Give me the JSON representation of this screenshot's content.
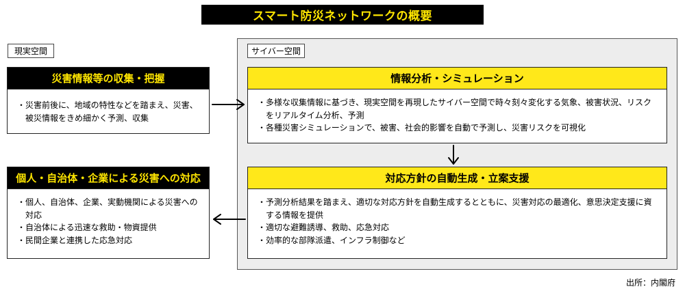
{
  "title": "スマート防災ネットワークの概要",
  "real_space_label": "現実空間",
  "cyber_space_label": "サイバー空間",
  "collection": {
    "heading": "災害情報等の収集・把握",
    "items": [
      "災害前後に、地域の特性などを踏まえ、災害、被災情報をきめ細かく予測、収集"
    ]
  },
  "response": {
    "heading": "個人・自治体・企業による災害への対応",
    "items": [
      "個人、自治体、企業、実動機関による災害への対応",
      "自治体による迅速な救助・物資提供",
      "民間企業と連携した応急対応"
    ]
  },
  "analysis": {
    "heading": "情報分析・シミュレーション",
    "items": [
      "多様な収集情報に基づき、現実空間を再現したサイバー空間で時々刻々変化する気象、被害状況、リスクをリアルタイム分析、予測",
      "各種災害シミュレーションで、被害、社会的影響を自動で予測し、災害リスクを可視化"
    ]
  },
  "planning": {
    "heading": "対応方針の自動生成・立案支援",
    "items": [
      "予測分析結果を踏まえ、適切な対応方針を自動生成するとともに、災害対応の最適化、意思決定支援に資する情報を提供",
      "適切な避難誘導、救助、応急対応",
      "効率的な部隊派遣、インフラ制御など"
    ]
  },
  "source": "出所：内閣府"
}
